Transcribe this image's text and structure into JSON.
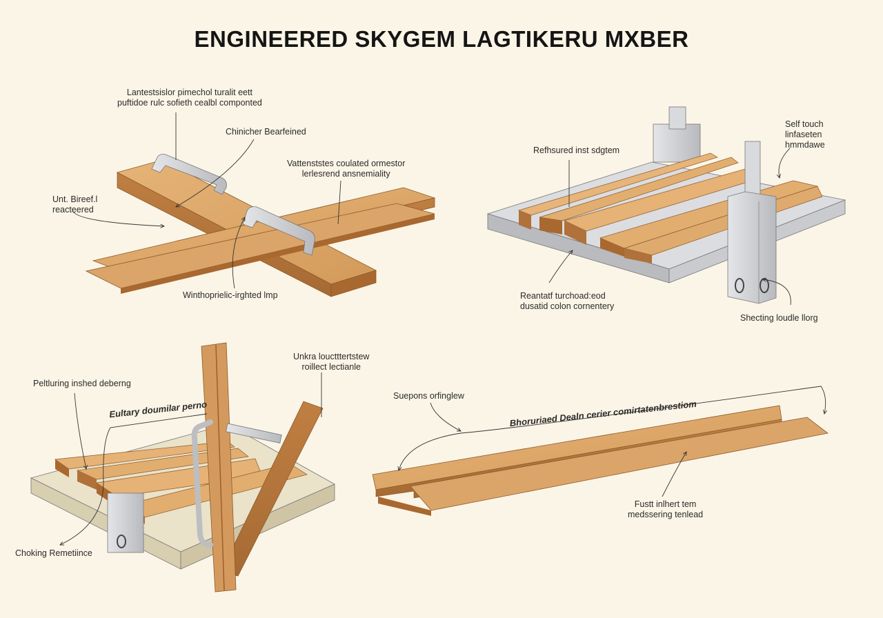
{
  "title": "ENGINEERED SKYGEM LAGTIKERU MXBER",
  "colors": {
    "background": "#fbf5e7",
    "wood_light": "#e0ac6e",
    "wood_dark": "#b87a3e",
    "metal": "#cfd1d4",
    "ink": "#222222"
  },
  "panels": {
    "top_left": {
      "labels": [
        "Lantestsislor pimechol turalit eett\npuftidoe rulc sofieth cealbl componted",
        "Chinicher Bearfeined",
        "Vattenststes coulated ormestor\nlerlesrend ansnemiality",
        "Unt. Bireef.l\nreacteered",
        "Winthoprielic-irghted lmp"
      ]
    },
    "top_right": {
      "labels": [
        "Refhsured inst sdgtem",
        "Self touch\nlinfaseten\nhmmdawe",
        "Reantatf turchoad:eod\ndusatid colon cornentery",
        "Shecting loudle llorg"
      ]
    },
    "bottom_left": {
      "labels": [
        "Peltluring inshed deberng",
        "Eultary doumilar perno",
        "Unkra louctttertstew\nroillect lectianle",
        "Choking Remetiince"
      ]
    },
    "bottom_right": {
      "labels": [
        "Suepons orfinglew",
        "Bhoruriaed Dealn cerier comirtatenbrestiom",
        "Fustt inlhert tem\nmedssering tenlead"
      ]
    }
  }
}
